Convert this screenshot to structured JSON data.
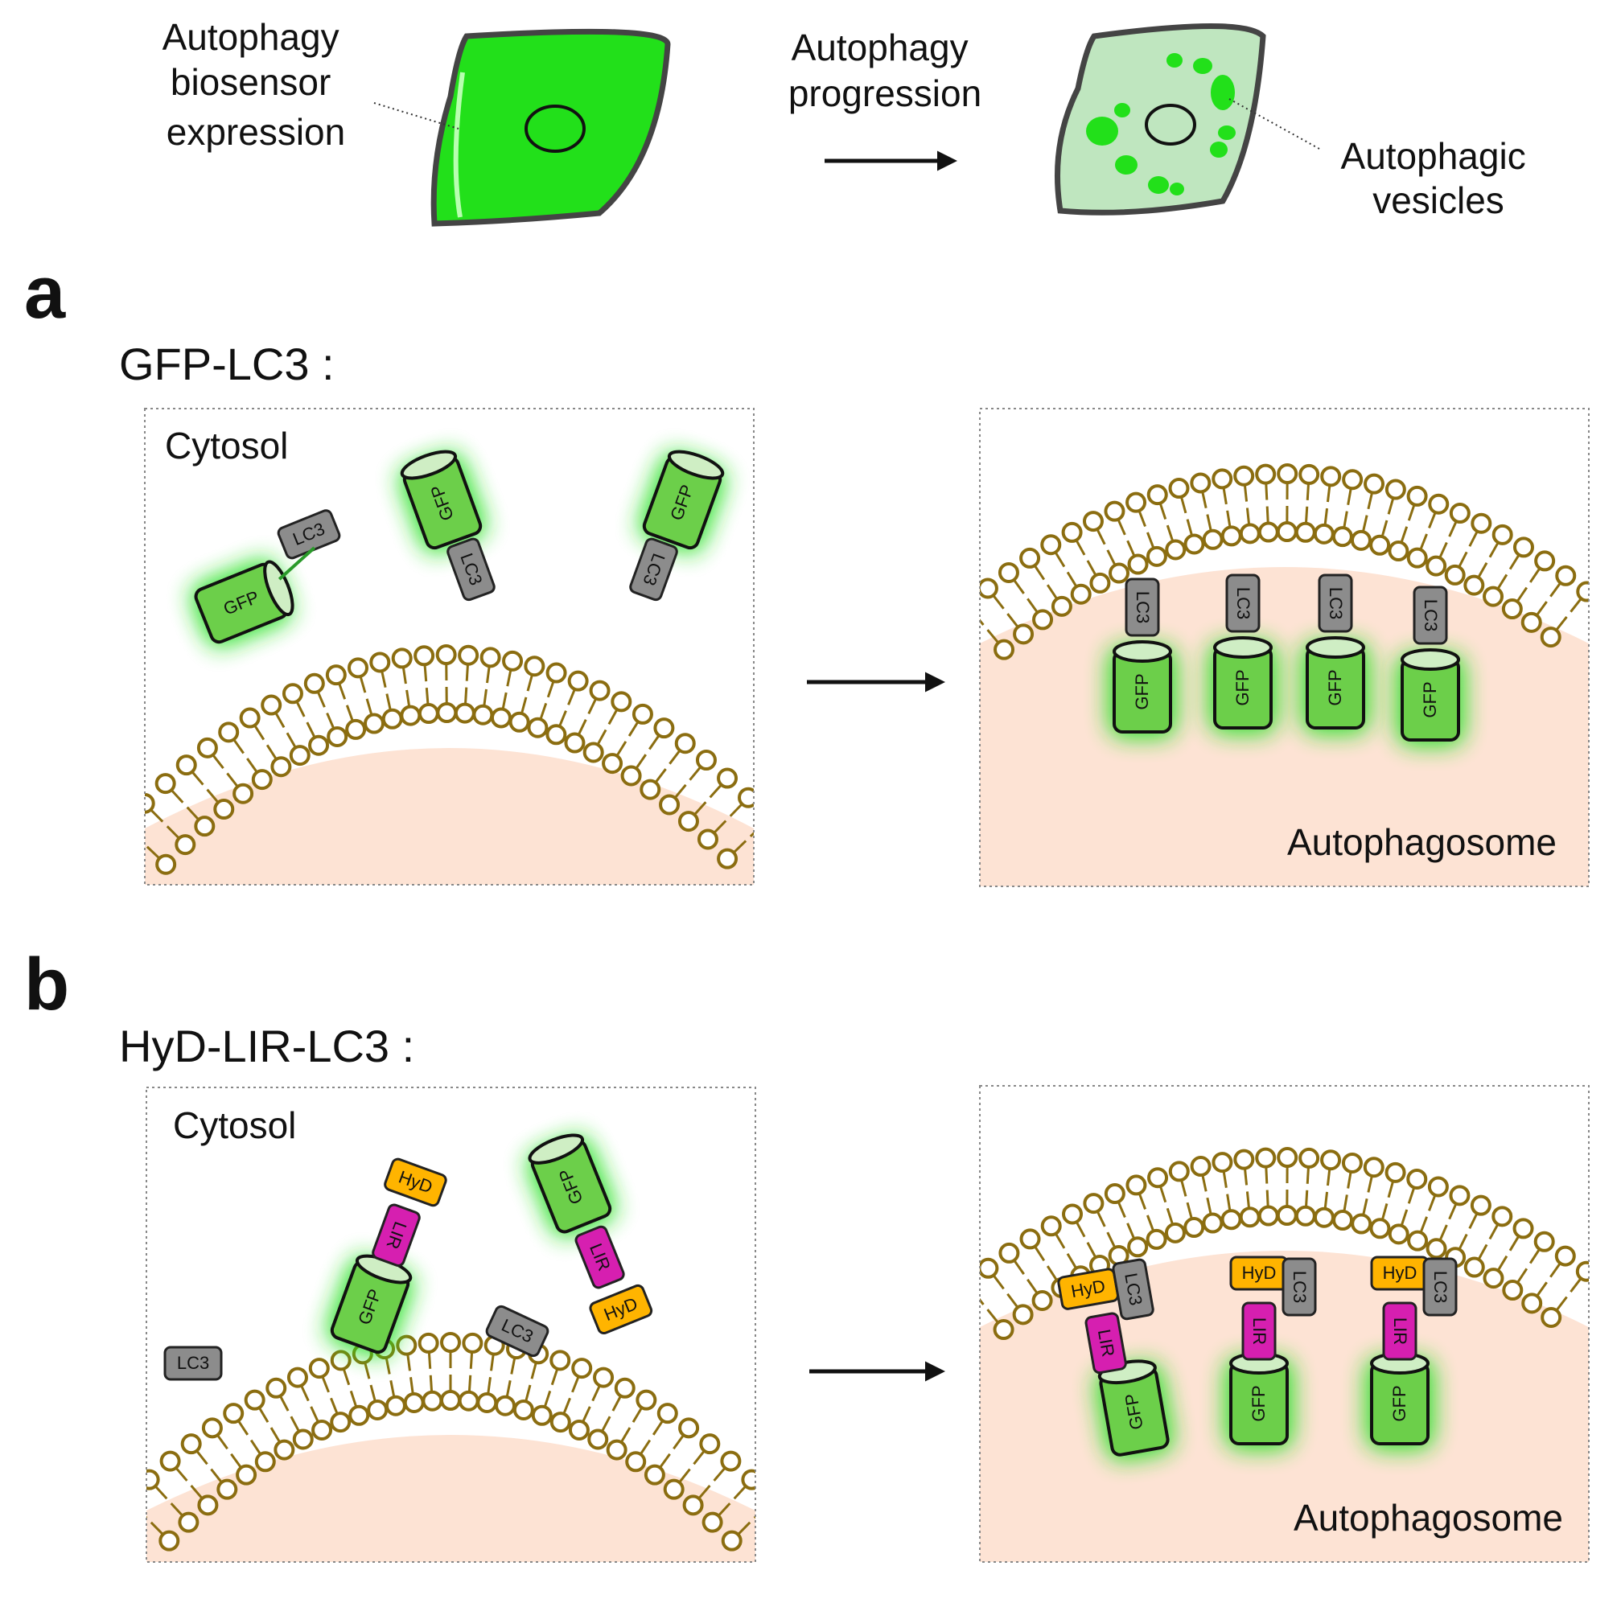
{
  "top": {
    "label_biosensor": [
      "Autophagy",
      "biosensor",
      "expression"
    ],
    "label_progression": [
      "Autophagy",
      "progression"
    ],
    "label_vesicles": [
      "Autophagic",
      "vesicles"
    ]
  },
  "panel_a": {
    "letter": "a",
    "title": "GFP-LC3 :",
    "cytosol": "Cytosol",
    "autophagosome": "Autophagosome"
  },
  "panel_b": {
    "letter": "b",
    "title": "HyD-LIR-LC3 :",
    "cytosol": "Cytosol",
    "autophagosome": "Autophagosome"
  },
  "proteins": {
    "gfp": "GFP",
    "lc3": "LC3",
    "lir": "LIR",
    "hyd": "HyD"
  },
  "colors": {
    "gfp_bright": "#22e01a",
    "gfp_pale": "#bfe6bf",
    "gfp_barrel": "#6ccf4a",
    "lc3": "#8c8c8c",
    "lir": "#d61fb0",
    "hyd": "#ffb400",
    "membrane": "#8b6d10",
    "lumen": "#fde3d4"
  }
}
